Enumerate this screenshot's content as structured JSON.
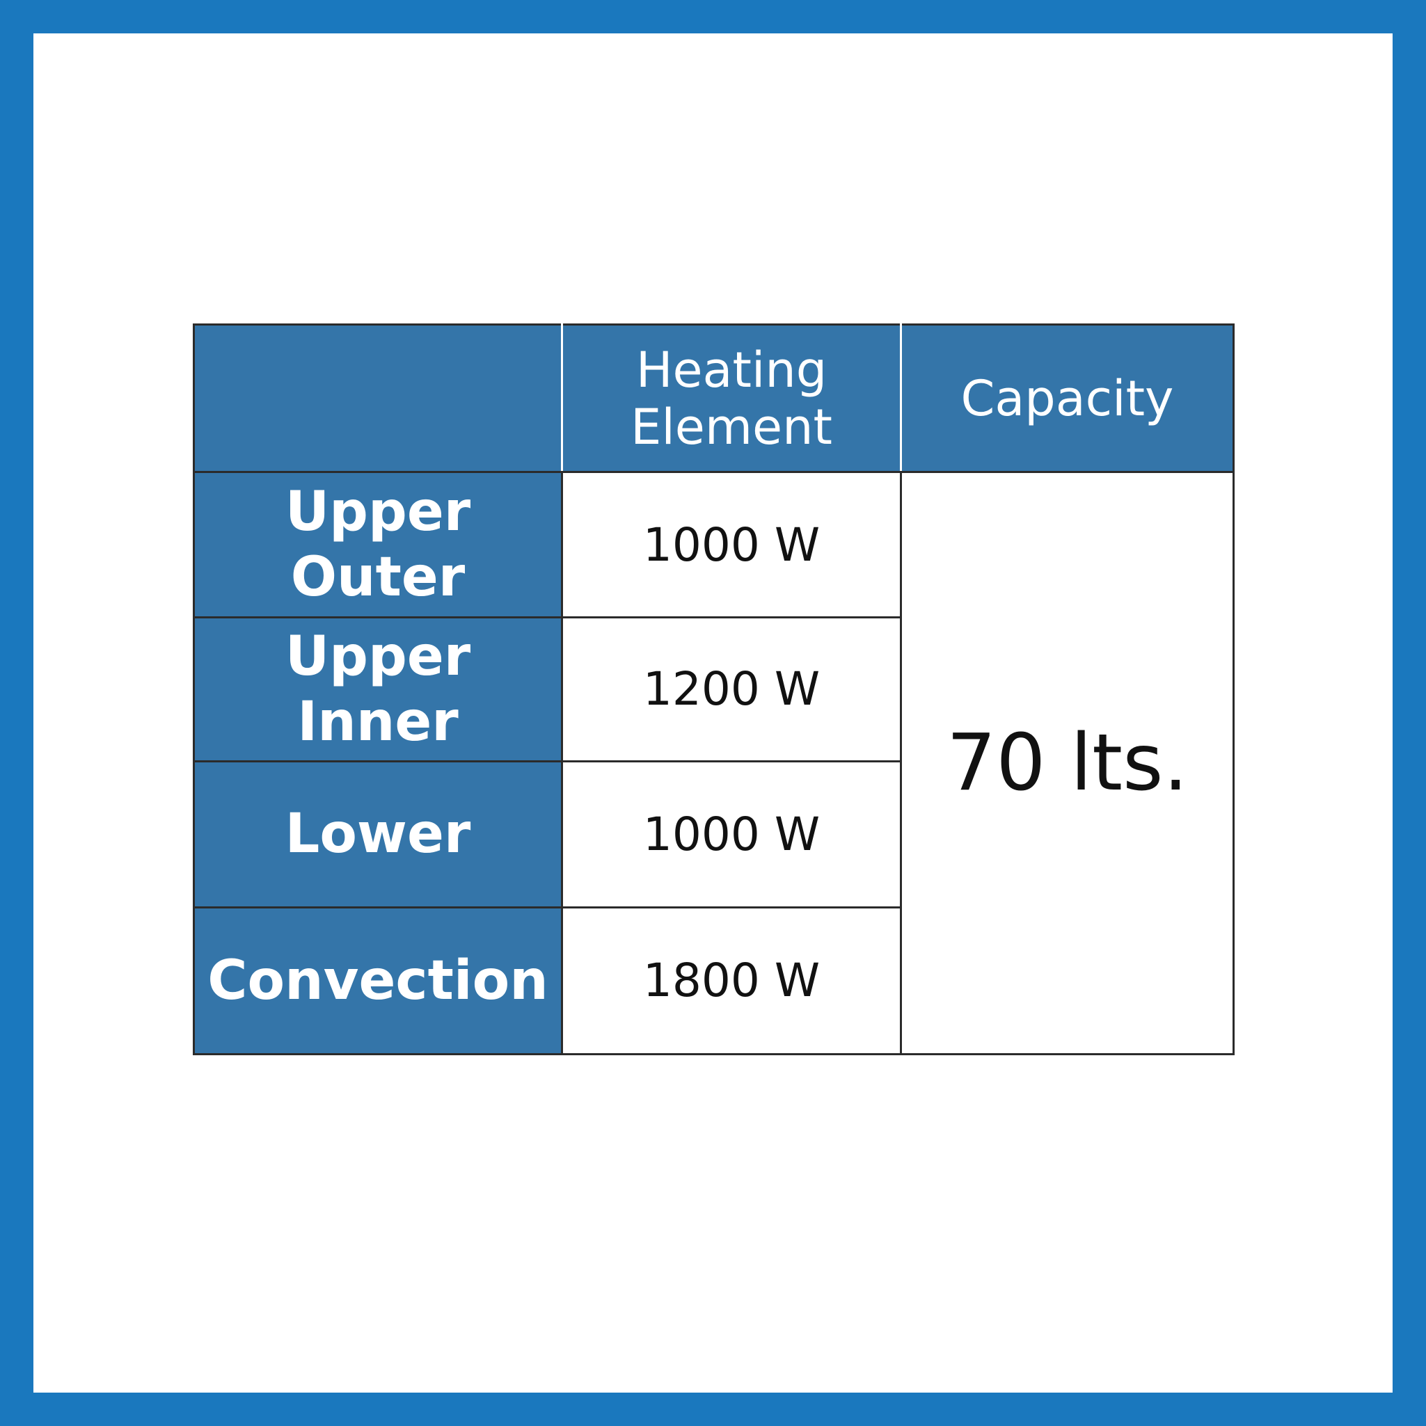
{
  "table": {
    "header": {
      "label_col": "",
      "heating_line1": "Heating",
      "heating_line2": "Element",
      "capacity": "Capacity"
    },
    "rows": [
      {
        "label_line1": "Upper",
        "label_line2": "Outer",
        "heating": "1000 W"
      },
      {
        "label_line1": "Upper",
        "label_line2": "Inner",
        "heating": "1200 W"
      },
      {
        "label_line1": "Lower",
        "label_line2": "",
        "heating": "1000 W"
      },
      {
        "label_line1": "Convection",
        "label_line2": "",
        "heating": "1800 W"
      }
    ],
    "capacity_value": "70 lts."
  },
  "colors": {
    "frame": "#1a78be",
    "header_fill": "#3475a9",
    "background": "#ffffff",
    "text_dark": "#111111"
  }
}
